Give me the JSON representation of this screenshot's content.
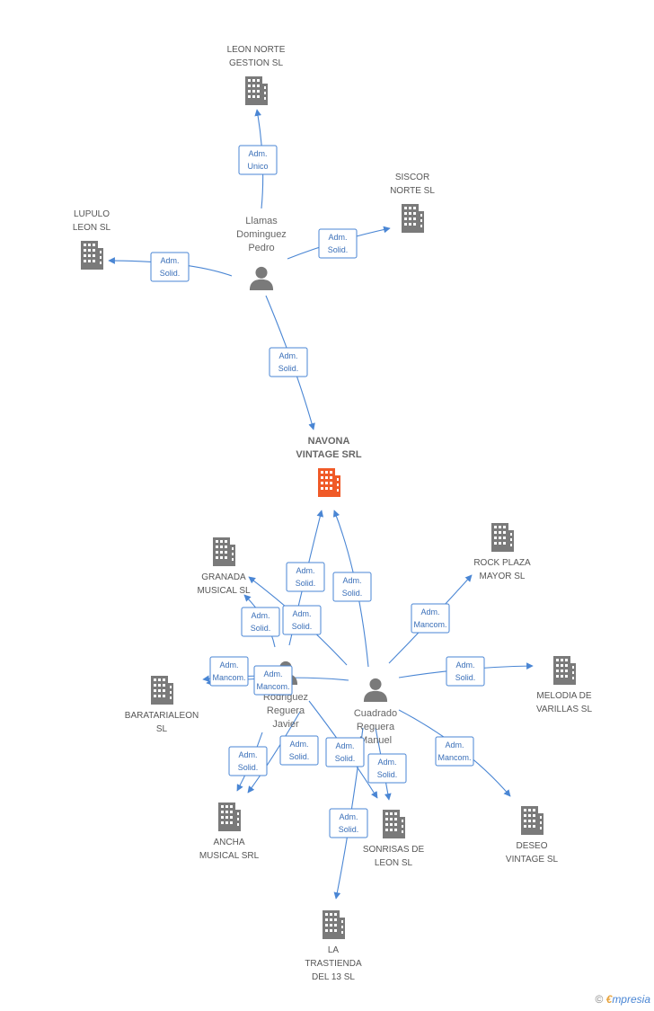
{
  "colors": {
    "edge": "#4a86d4",
    "company": "#7a7a7a",
    "main_company": "#f05a28",
    "person": "#7a7a7a"
  },
  "nodes": [
    {
      "id": "navona",
      "kind": "company",
      "main": true,
      "lines": [
        "NAVONA",
        "VINTAGE SRL"
      ]
    },
    {
      "id": "leon_norte",
      "kind": "company",
      "lines": [
        "LEON NORTE",
        "GESTION SL"
      ]
    },
    {
      "id": "siscor",
      "kind": "company",
      "lines": [
        "SISCOR",
        "NORTE SL"
      ]
    },
    {
      "id": "lupulo",
      "kind": "company",
      "lines": [
        "LUPULO",
        "LEON SL"
      ]
    },
    {
      "id": "granada",
      "kind": "company",
      "lines": [
        "GRANADA",
        "MUSICAL SL"
      ]
    },
    {
      "id": "rock",
      "kind": "company",
      "lines": [
        "ROCK PLAZA",
        "MAYOR SL"
      ]
    },
    {
      "id": "barataria",
      "kind": "company",
      "lines": [
        "BARATARIALEON",
        "SL"
      ]
    },
    {
      "id": "melodia",
      "kind": "company",
      "lines": [
        "MELODIA DE",
        "VARILLAS SL"
      ]
    },
    {
      "id": "ancha",
      "kind": "company",
      "lines": [
        "ANCHA",
        "MUSICAL SRL"
      ]
    },
    {
      "id": "sonrisas",
      "kind": "company",
      "lines": [
        "SONRISAS DE",
        "LEON SL"
      ]
    },
    {
      "id": "deseo",
      "kind": "company",
      "lines": [
        "DESEO",
        "VINTAGE SL"
      ]
    },
    {
      "id": "trastienda",
      "kind": "company",
      "lines": [
        "LA",
        "TRASTIENDA",
        "DEL 13 SL"
      ]
    },
    {
      "id": "llamas",
      "kind": "person",
      "lines": [
        "Llamas",
        "Dominguez",
        "Pedro"
      ]
    },
    {
      "id": "rodriguez",
      "kind": "person",
      "lines": [
        "Rodriguez",
        "Reguera",
        "Javier"
      ]
    },
    {
      "id": "cuadrado",
      "kind": "person",
      "lines": [
        "Cuadrado",
        "Reguera",
        "Manuel"
      ]
    }
  ],
  "edges": [
    {
      "from": "llamas",
      "to": "leon_norte",
      "label": [
        "Adm.",
        "Unico"
      ]
    },
    {
      "from": "llamas",
      "to": "siscor",
      "label": [
        "Adm.",
        "Solid."
      ]
    },
    {
      "from": "llamas",
      "to": "lupulo",
      "label": [
        "Adm.",
        "Solid."
      ]
    },
    {
      "from": "llamas",
      "to": "navona",
      "label": [
        "Adm.",
        "Solid."
      ]
    },
    {
      "from": "rodriguez",
      "to": "navona",
      "label": [
        "Adm.",
        "Solid."
      ]
    },
    {
      "from": "cuadrado",
      "to": "navona",
      "label": [
        "Adm.",
        "Solid."
      ]
    },
    {
      "from": "rodriguez",
      "to": "granada",
      "label": [
        "Adm.",
        "Solid."
      ]
    },
    {
      "from": "cuadrado",
      "to": "granada",
      "label": [
        "Adm.",
        "Solid."
      ]
    },
    {
      "from": "cuadrado",
      "to": "rock",
      "label": [
        "Adm.",
        "Mancom."
      ]
    },
    {
      "from": "rodriguez",
      "to": "barataria",
      "label": [
        "Adm.",
        "Mancom."
      ]
    },
    {
      "from": "cuadrado",
      "to": "barataria",
      "label": [
        "Adm.",
        "Mancom."
      ]
    },
    {
      "from": "cuadrado",
      "to": "melodia",
      "label": [
        "Adm.",
        "Solid."
      ]
    },
    {
      "from": "rodriguez",
      "to": "ancha",
      "label": [
        "Adm.",
        "Solid."
      ]
    },
    {
      "from": "cuadrado",
      "to": "ancha",
      "label": [
        "Adm.",
        "Solid."
      ]
    },
    {
      "from": "rodriguez",
      "to": "sonrisas",
      "label": [
        "Adm.",
        "Solid."
      ]
    },
    {
      "from": "cuadrado",
      "to": "sonrisas",
      "label": [
        "Adm.",
        "Solid."
      ]
    },
    {
      "from": "cuadrado",
      "to": "deseo",
      "label": [
        "Adm.",
        "Mancom."
      ]
    },
    {
      "from": "cuadrado",
      "to": "trastienda",
      "label": [
        "Adm.",
        "Solid."
      ]
    }
  ],
  "footer": {
    "copyright": "©",
    "brand_initial": "€",
    "brand_rest": "mpresia"
  }
}
